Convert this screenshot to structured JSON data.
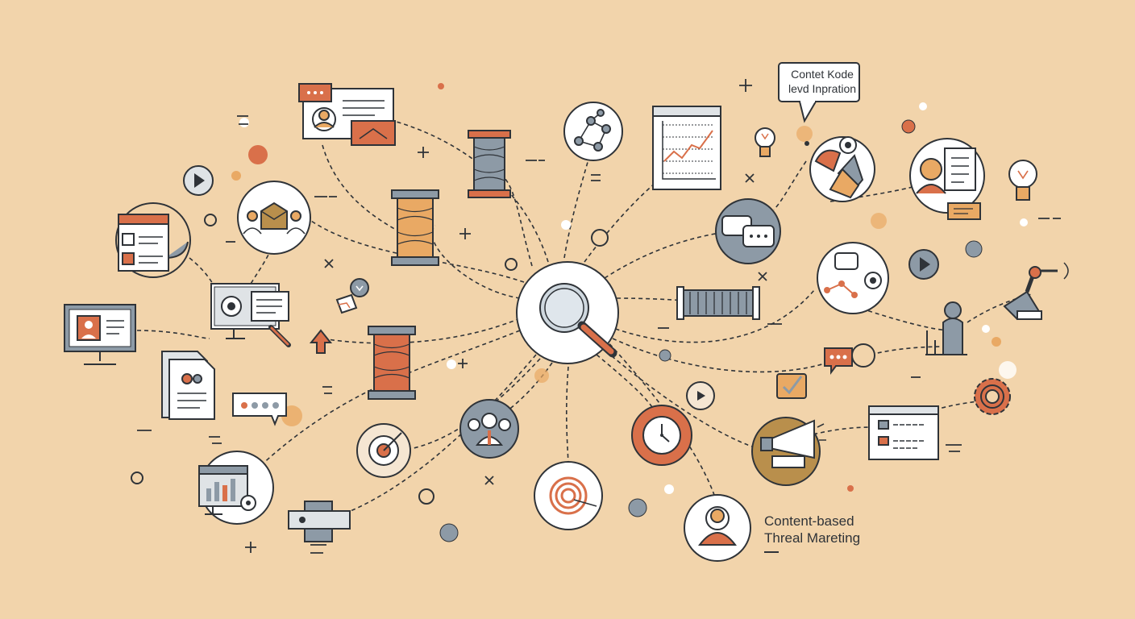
{
  "callout": {
    "line1": "Contet Kode",
    "line2": "levd Inpration"
  },
  "caption": {
    "line1": "Content-based",
    "line2": "Threal Mareting"
  },
  "palette": {
    "background": "#f2d4ab",
    "ink": "#2f3338",
    "accent_orange": "#d9704a",
    "slate": "#8d9aa6",
    "sand": "#e9a964",
    "ochre": "#b98f4c",
    "white": "#ffffff"
  },
  "icons": [
    "magnifier-icon",
    "thread-spool-icon",
    "chat-bubbles-icon",
    "network-graph-icon",
    "line-chart-window-icon",
    "lightbulb-icon",
    "user-profile-card-icon",
    "video-play-icon",
    "monitor-profile-icon",
    "document-icon",
    "gear-icon",
    "target-icon",
    "clock-icon",
    "megaphone-icon",
    "team-icon",
    "fingerprint-icon",
    "robot-arm-icon",
    "checklist-window-icon"
  ]
}
